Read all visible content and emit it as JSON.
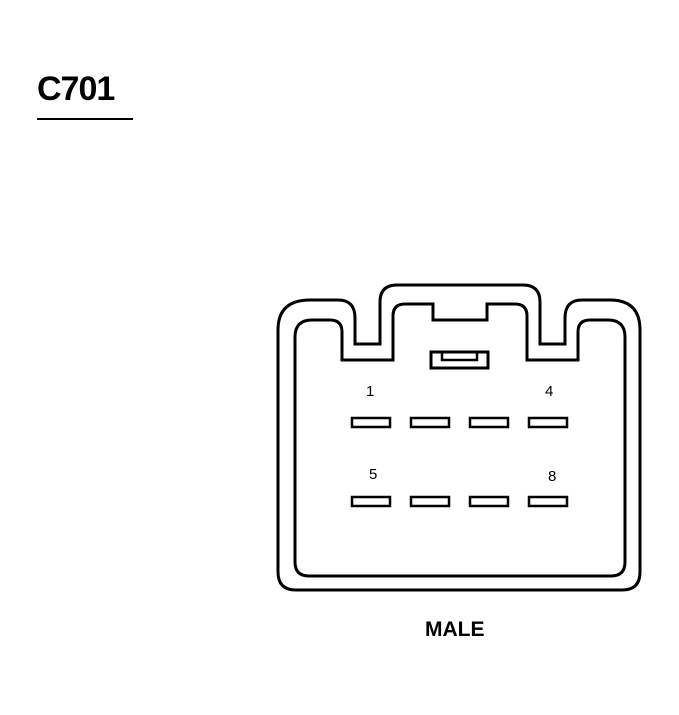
{
  "connector": {
    "id": "C701",
    "gender": "MALE",
    "pin_labels": {
      "top_left": "1",
      "top_right": "4",
      "bottom_left": "5",
      "bottom_right": "8"
    },
    "pin_count": 8,
    "rows": 2,
    "pins_per_row": 4
  }
}
